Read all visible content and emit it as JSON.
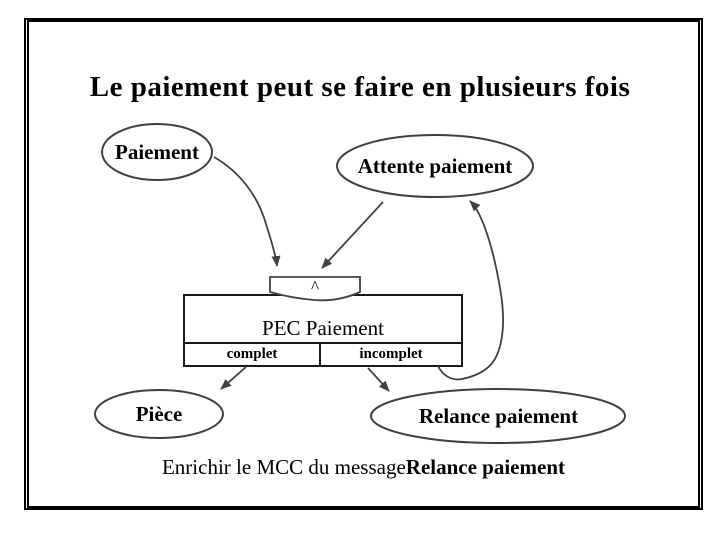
{
  "title": "Le paiement peut se faire en plusieurs fois",
  "nodes": {
    "paiement": "Paiement",
    "attente": "Attente paiement",
    "caret": "^",
    "pec": "PEC Paiement",
    "complet": "complet",
    "incomplet": "incomplet",
    "piece": "Pièce",
    "relance": "Relance paiement"
  },
  "footer": {
    "prefix": "Enrichir le MCC du message ",
    "bold": "Relance paiement"
  },
  "colors": {
    "line": "#404040",
    "table": "#1a1a1a",
    "text": "#000000",
    "background": "#ffffff"
  }
}
